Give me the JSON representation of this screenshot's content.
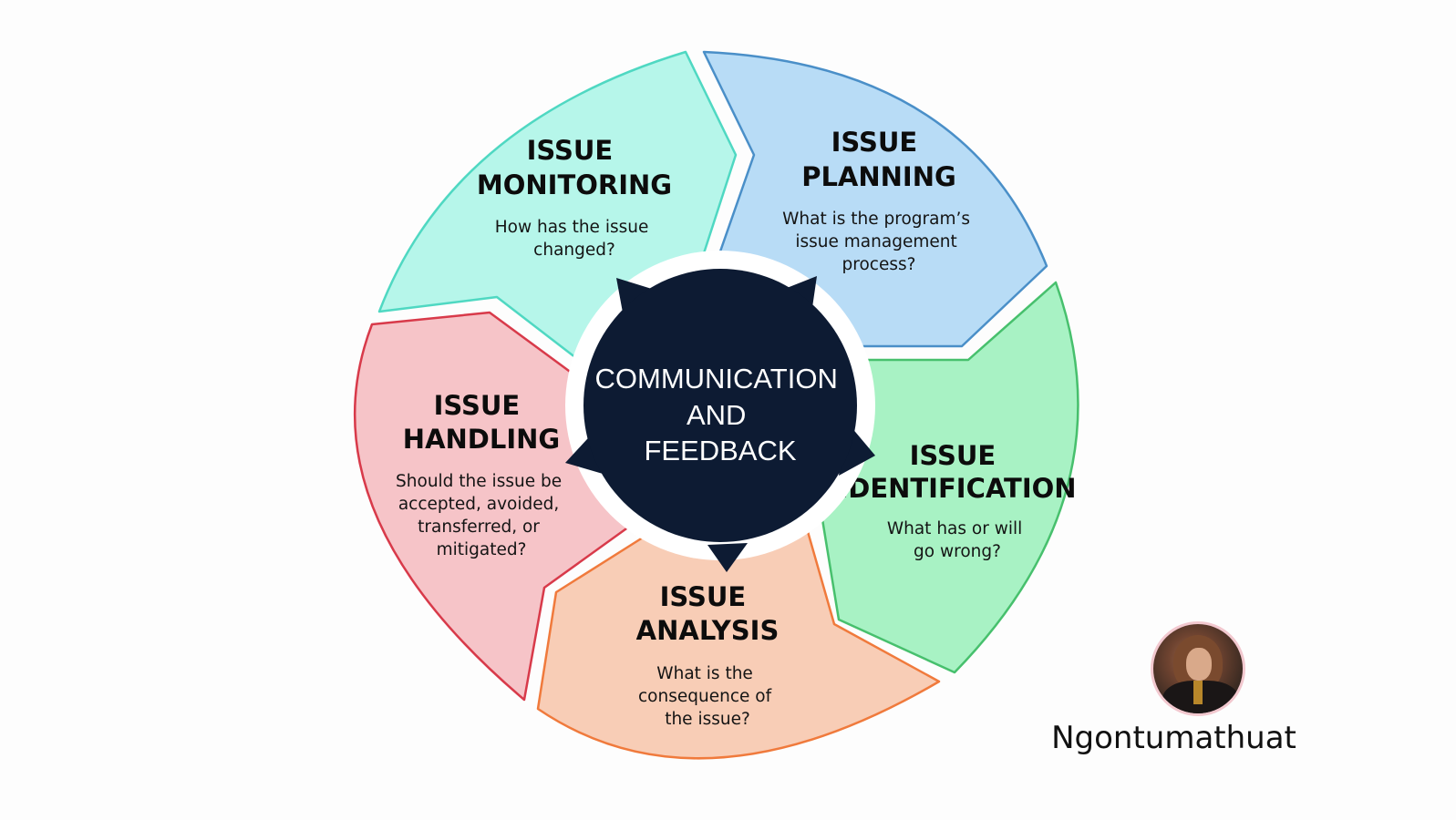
{
  "center": {
    "lines": [
      "COMMUNICATION",
      "AND",
      "FEEDBACK"
    ],
    "color": "#0d1b33"
  },
  "segments": [
    {
      "key": "monitoring",
      "title_lines": [
        "ISSUE",
        "MONITORING"
      ],
      "question_lines": [
        "How has the issue",
        "changed?"
      ],
      "fill": "#b6f6ea",
      "stroke": "#4fd8c2"
    },
    {
      "key": "planning",
      "title_lines": [
        "ISSUE",
        "PLANNING"
      ],
      "question_lines": [
        "What is the program’s",
        "issue management",
        "process?"
      ],
      "fill": "#b8dcf6",
      "stroke": "#4a8fc8"
    },
    {
      "key": "identification",
      "title_lines": [
        "ISSUE",
        "IDENTIFICATION"
      ],
      "question_lines": [
        "What has or will",
        "go wrong?"
      ],
      "fill": "#a8f2c4",
      "stroke": "#47c06d"
    },
    {
      "key": "analysis",
      "title_lines": [
        "ISSUE",
        "ANALYSIS"
      ],
      "question_lines": [
        "What is the",
        "consequence of",
        "the issue?"
      ],
      "fill": "#f8cdb6",
      "stroke": "#f07a3c"
    },
    {
      "key": "handling",
      "title_lines": [
        "ISSUE",
        "HANDLING"
      ],
      "question_lines": [
        "Should the issue be",
        "accepted, avoided,",
        "transferred, or",
        "mitigated?"
      ],
      "fill": "#f6c4c8",
      "stroke": "#d83a4a"
    }
  ],
  "watermark": {
    "name": "Ngontumathuat",
    "avatar_icon": "avatar-photo"
  }
}
